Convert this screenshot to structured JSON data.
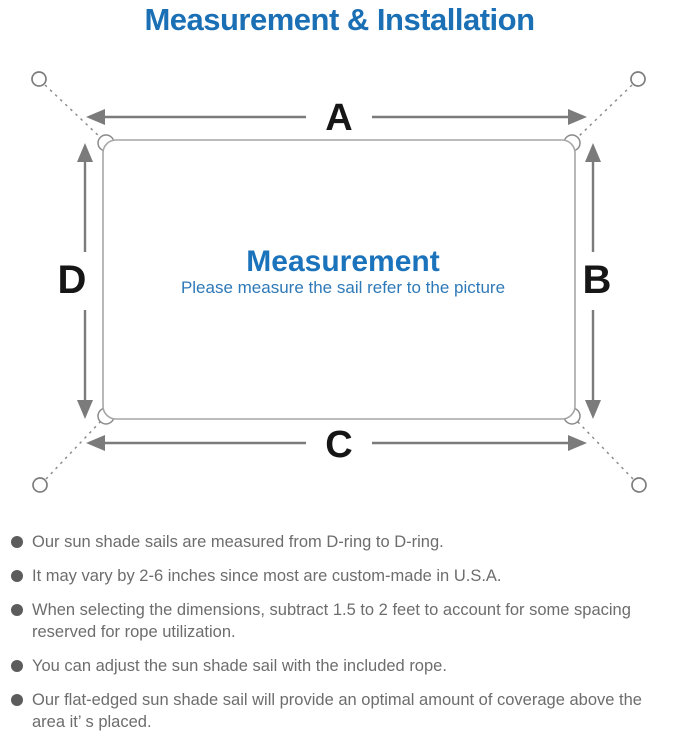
{
  "title": "Measurement & Installation",
  "diagram": {
    "edge_labels": {
      "top": "A",
      "right": "B",
      "bottom": "C",
      "left": "D"
    },
    "center": {
      "heading": "Measurement",
      "subtext": "Please measure the sail refer to the picture"
    }
  },
  "colors": {
    "accent_blue": "#1a6fb5",
    "center_heading_blue": "#1a73bb",
    "subtext_blue": "#2e79b8",
    "arrow_gray": "#7b7b7b",
    "sail_border_gray": "#a6a6a6",
    "note_text_gray": "#6d6d6d"
  },
  "notes": [
    "Our sun shade sails are measured from D-ring to D-ring.",
    "It may vary by 2-6 inches since most are custom-made in U.S.A.",
    "When selecting the dimensions, subtract 1.5 to 2 feet to account for some spacing reserved for rope utilization.",
    "You can adjust the sun shade sail with the included rope.",
    "Our flat-edged sun shade sail will provide an optimal amount of coverage above the area it’ s placed."
  ]
}
